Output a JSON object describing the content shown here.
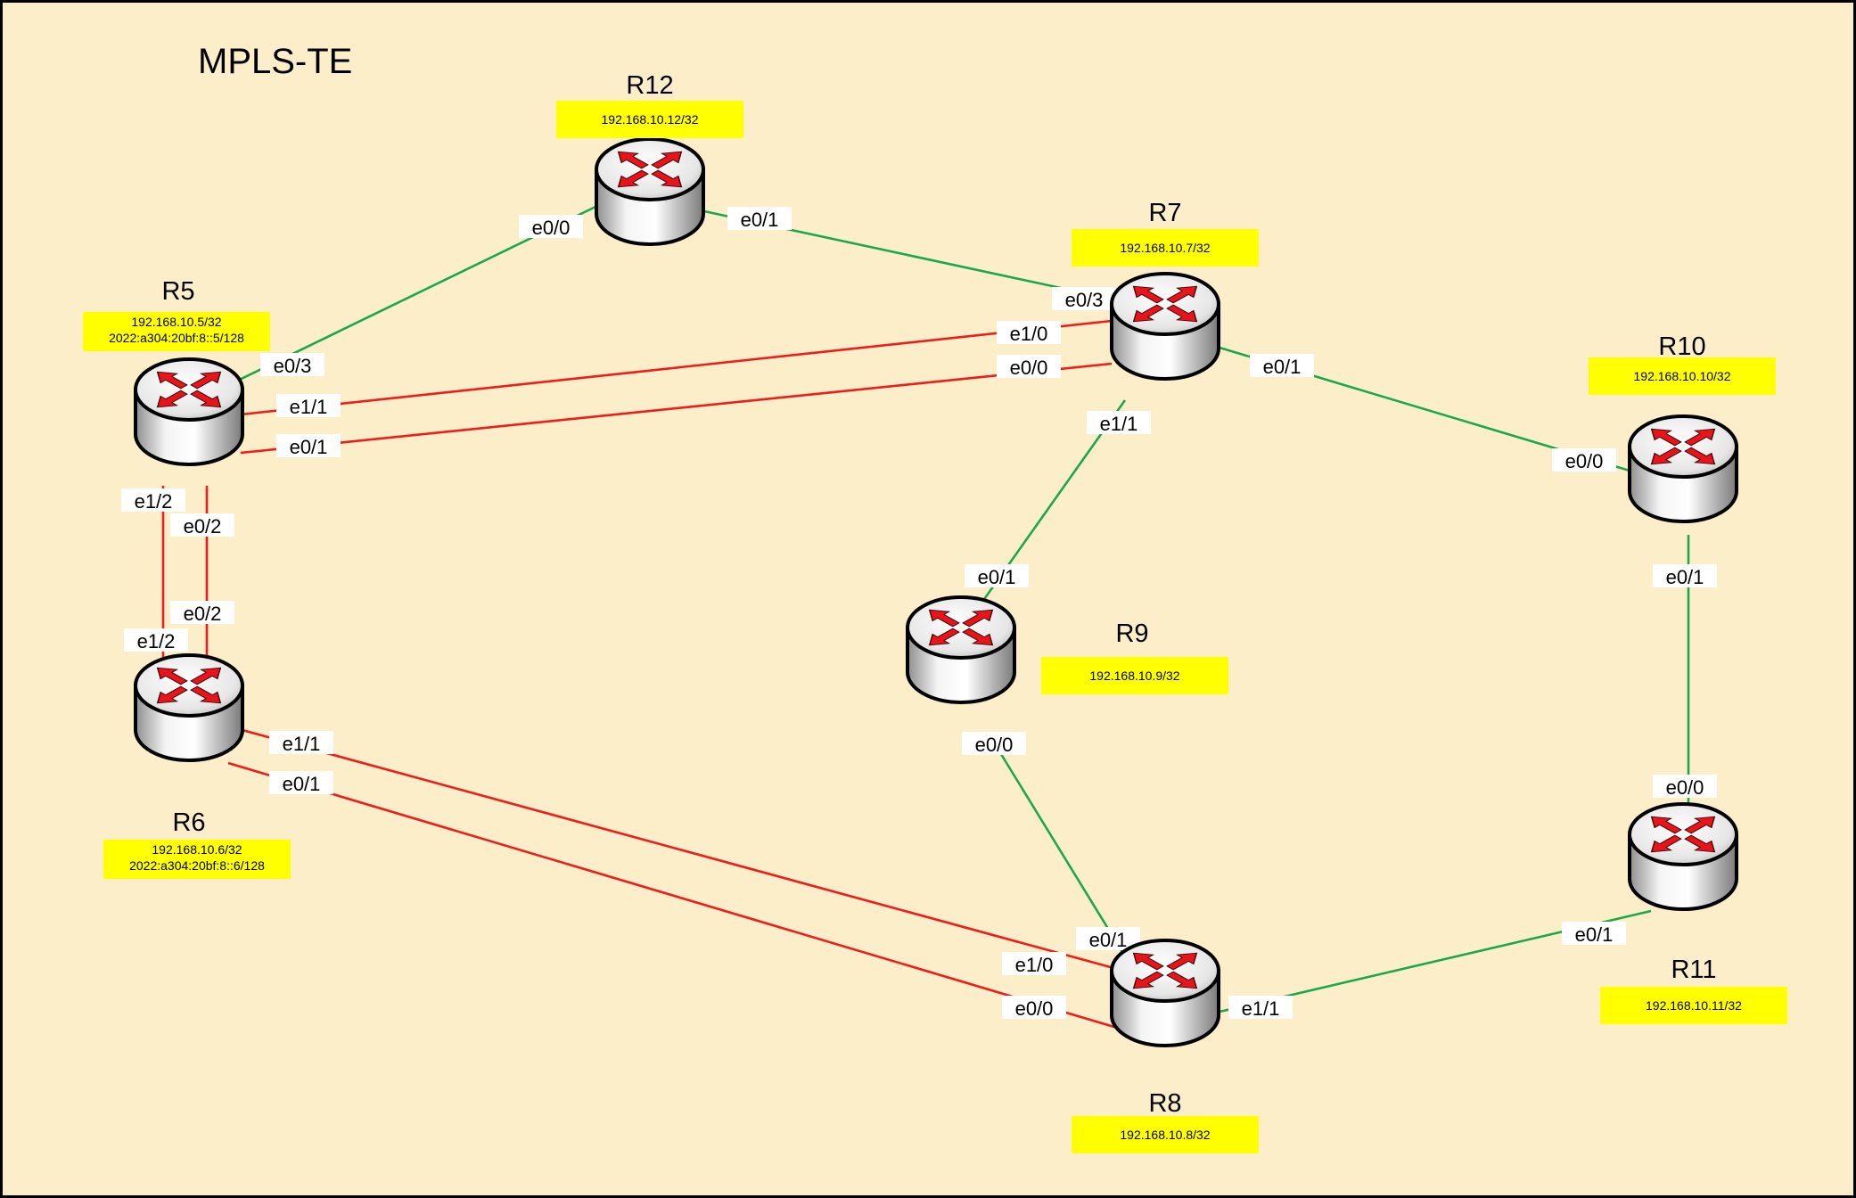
{
  "title": "MPLS-TE",
  "colors": {
    "background": "#fdeeca",
    "ip_box": "#ffff00",
    "link_te": "#ee1c1c",
    "link_normal": "#1aa84a",
    "border": "#000000"
  },
  "routers": [
    {
      "id": "R12",
      "name": "R12",
      "addresses": [
        "192.168.10.12/32"
      ]
    },
    {
      "id": "R7",
      "name": "R7",
      "addresses": [
        "192.168.10.7/32"
      ]
    },
    {
      "id": "R5",
      "name": "R5",
      "addresses": [
        "192.168.10.5/32",
        "2022:a304:20bf:8::5/128"
      ]
    },
    {
      "id": "R10",
      "name": "R10",
      "addresses": [
        "192.168.10.10/32"
      ]
    },
    {
      "id": "R9",
      "name": "R9",
      "addresses": [
        "192.168.10.9/32"
      ]
    },
    {
      "id": "R6",
      "name": "R6",
      "addresses": [
        "192.168.10.6/32",
        "2022:a304:20bf:8::6/128"
      ]
    },
    {
      "id": "R11",
      "name": "R11",
      "addresses": [
        "192.168.10.11/32"
      ]
    },
    {
      "id": "R8",
      "name": "R8",
      "addresses": [
        "192.168.10.8/32"
      ]
    }
  ],
  "links": [
    {
      "a": "R5",
      "a_if": "e0/3",
      "b": "R12",
      "b_if": "e0/0",
      "type": "normal"
    },
    {
      "a": "R12",
      "a_if": "e0/1",
      "b": "R7",
      "b_if": "e0/3",
      "type": "normal"
    },
    {
      "a": "R5",
      "a_if": "e1/1",
      "b": "R7",
      "b_if": "e1/0",
      "type": "te"
    },
    {
      "a": "R5",
      "a_if": "e0/1",
      "b": "R7",
      "b_if": "e0/0",
      "type": "te"
    },
    {
      "a": "R7",
      "a_if": "e0/1",
      "b": "R10",
      "b_if": "e0/0",
      "type": "normal"
    },
    {
      "a": "R7",
      "a_if": "e1/1",
      "b": "R9",
      "b_if": "e0/1",
      "type": "normal"
    },
    {
      "a": "R5",
      "a_if": "e1/2",
      "b": "R6",
      "b_if": "e1/2",
      "type": "te"
    },
    {
      "a": "R5",
      "a_if": "e0/2",
      "b": "R6",
      "b_if": "e0/2",
      "type": "te"
    },
    {
      "a": "R6",
      "a_if": "e1/1",
      "b": "R8",
      "b_if": "e1/0",
      "type": "te"
    },
    {
      "a": "R6",
      "a_if": "e0/1",
      "b": "R8",
      "b_if": "e0/0",
      "type": "te"
    },
    {
      "a": "R9",
      "a_if": "e0/0",
      "b": "R8",
      "b_if": "e0/1",
      "type": "normal"
    },
    {
      "a": "R10",
      "a_if": "e0/1",
      "b": "R11",
      "b_if": "e0/0",
      "type": "normal"
    },
    {
      "a": "R11",
      "a_if": "e0/1",
      "b": "R8",
      "b_if": "e1/1",
      "type": "normal"
    }
  ]
}
